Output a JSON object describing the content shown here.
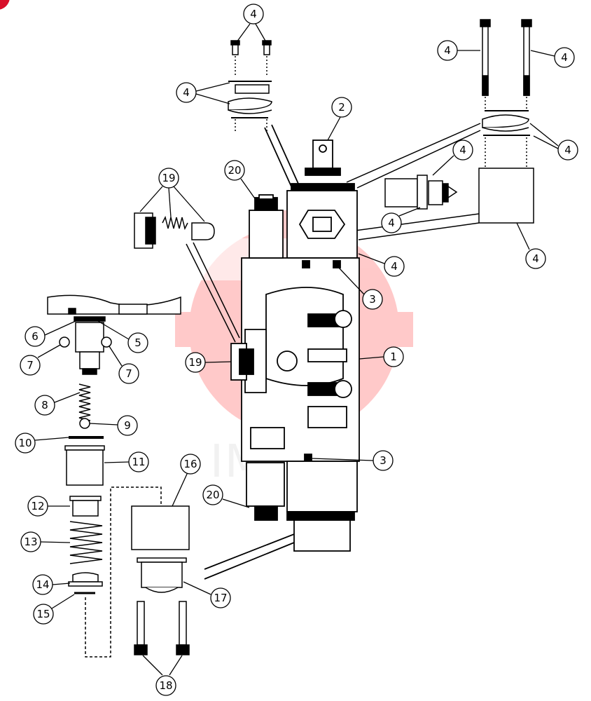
{
  "watermark": {
    "text": "IMTEX",
    "accent": "#ff2d2d"
  },
  "callouts": [
    {
      "id": "c-4-top-left",
      "label": "4"
    },
    {
      "id": "c-4-left-ring",
      "label": "4"
    },
    {
      "id": "c-4-bolt-left",
      "label": "4"
    },
    {
      "id": "c-4-bolt-right",
      "label": "4"
    },
    {
      "id": "c-2",
      "label": "2"
    },
    {
      "id": "c-4-right-rings",
      "label": "4"
    },
    {
      "id": "c-4-fitting-top",
      "label": "4"
    },
    {
      "id": "c-4-fitting-bottom",
      "label": "4"
    },
    {
      "id": "c-20-top",
      "label": "20"
    },
    {
      "id": "c-19-top",
      "label": "19"
    },
    {
      "id": "c-4-coil",
      "label": "4"
    },
    {
      "id": "c-4-block",
      "label": "4"
    },
    {
      "id": "c-3-top",
      "label": "3"
    },
    {
      "id": "c-6",
      "label": "6"
    },
    {
      "id": "c-5",
      "label": "5"
    },
    {
      "id": "c-1",
      "label": "1"
    },
    {
      "id": "c-7-left",
      "label": "7"
    },
    {
      "id": "c-7-right",
      "label": "7"
    },
    {
      "id": "c-19-mid",
      "label": "19"
    },
    {
      "id": "c-8",
      "label": "8"
    },
    {
      "id": "c-9",
      "label": "9"
    },
    {
      "id": "c-10",
      "label": "10"
    },
    {
      "id": "c-11",
      "label": "11"
    },
    {
      "id": "c-3-bottom",
      "label": "3"
    },
    {
      "id": "c-16",
      "label": "16"
    },
    {
      "id": "c-20-bottom",
      "label": "20"
    },
    {
      "id": "c-12",
      "label": "12"
    },
    {
      "id": "c-13",
      "label": "13"
    },
    {
      "id": "c-14",
      "label": "14"
    },
    {
      "id": "c-17",
      "label": "17"
    },
    {
      "id": "c-15",
      "label": "15"
    },
    {
      "id": "c-18",
      "label": "18"
    }
  ]
}
